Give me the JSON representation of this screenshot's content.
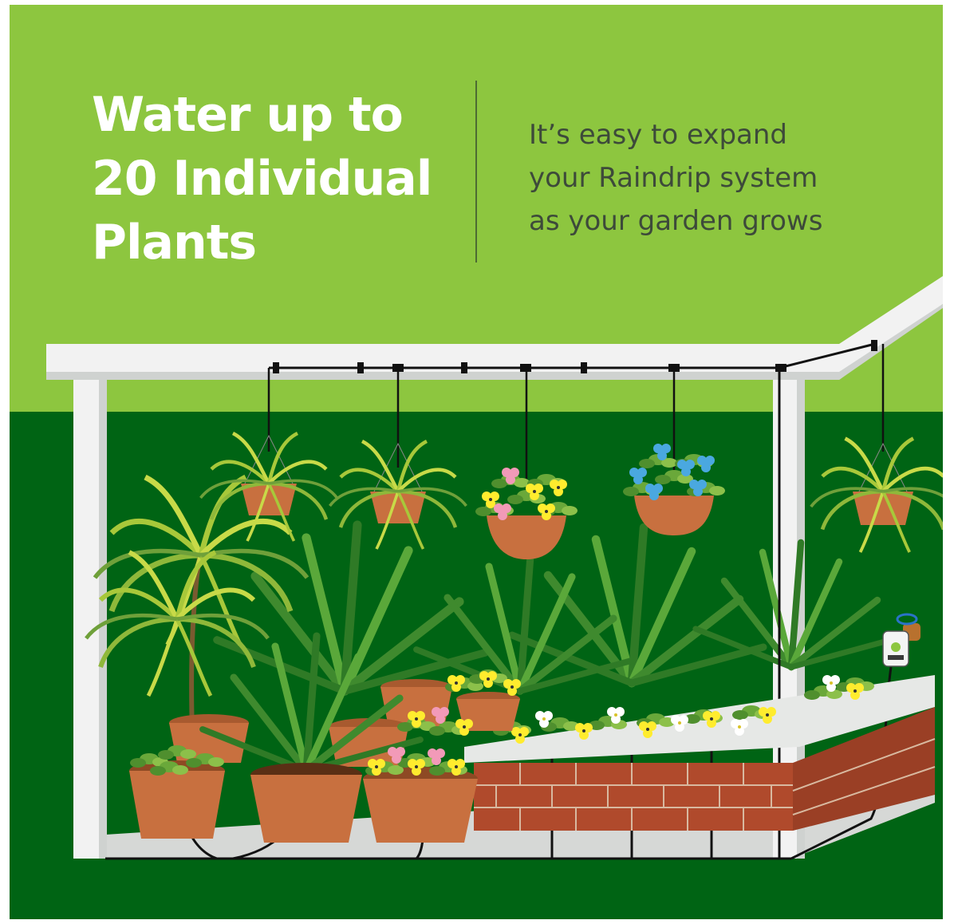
{
  "headline": {
    "line1": "Water up to",
    "line2": "20 Individual",
    "line3": "Plants"
  },
  "subtext": {
    "line1": "It’s easy to expand",
    "line2": "your Raindrip system",
    "line3": "as your garden grows"
  },
  "colors": {
    "top_background": "#8dc63f",
    "bottom_background": "#006414",
    "pergola": "#f2f2f2",
    "tubing": "#111111",
    "pot": "#c8703f",
    "brick": "#b04a2c"
  },
  "icons": {
    "pergola": "pergola-icon",
    "drip_line": "drip-tubing-icon",
    "hanging_plant": "hanging-basket-icon",
    "potted_plant": "potted-plant-icon",
    "planter": "brick-planter-icon",
    "timer": "water-timer-icon",
    "faucet": "faucet-icon"
  }
}
